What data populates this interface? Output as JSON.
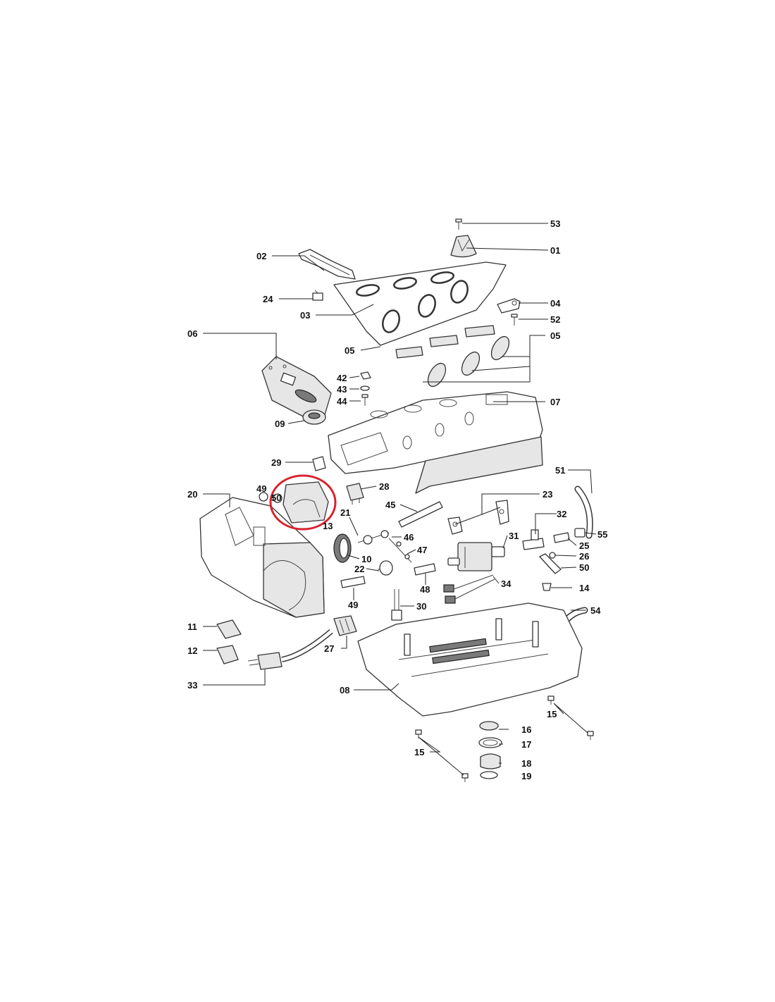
{
  "diagram": {
    "highlight_color": "#d9232d",
    "line_color": "#222222",
    "highlighted_part": "13",
    "part_labels": {
      "p53": "53",
      "p01": "01",
      "p02": "02",
      "p24": "24",
      "p03": "03",
      "p04": "04",
      "p52": "52",
      "p06": "06",
      "p05a": "05",
      "p05b": "05",
      "p42": "42",
      "p43": "43",
      "p44": "44",
      "p07": "07",
      "p09": "09",
      "p29": "29",
      "p20": "20",
      "p49a": "49",
      "p50a": "50",
      "p28": "28",
      "p13": "13",
      "p45": "45",
      "p23": "23",
      "p51": "51",
      "p21": "21",
      "p46": "46",
      "p47": "47",
      "p10": "10",
      "p22": "22",
      "p31": "31",
      "p32": "32",
      "p55": "55",
      "p25": "25",
      "p26": "26",
      "p50b": "50",
      "p48": "48",
      "p34": "34",
      "p14": "14",
      "p49b": "49",
      "p30": "30",
      "p54": "54",
      "p11": "11",
      "p12": "12",
      "p27": "27",
      "p33": "33",
      "p08": "08",
      "p15a": "15",
      "p16": "16",
      "p17": "17",
      "p18": "18",
      "p19": "19",
      "p15b": "15"
    }
  }
}
